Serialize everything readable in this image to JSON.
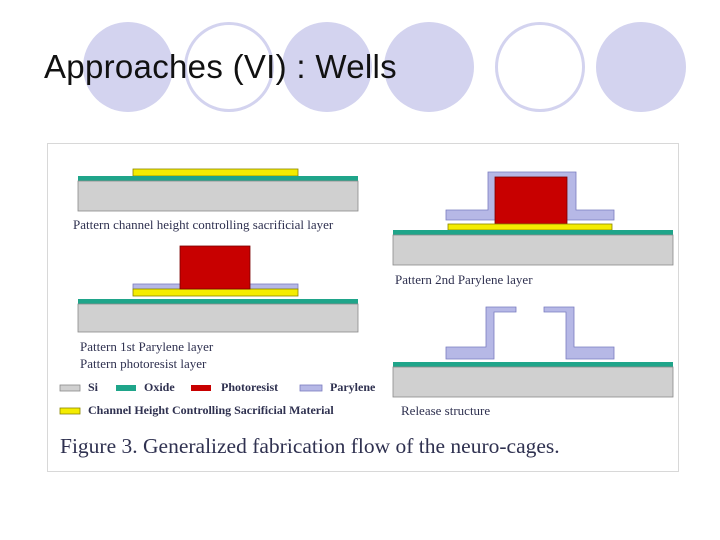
{
  "slide": {
    "title": "Approaches (VI) : Wells"
  },
  "figure": {
    "step_labels": {
      "step1": "Pattern channel height controlling sacrificial layer",
      "step2_line1": "Pattern 1st Parylene layer",
      "step2_line2": "Pattern photoresist layer",
      "step3": "Pattern 2nd Parylene layer",
      "step4": "Release structure"
    },
    "legend": {
      "si": "Si",
      "oxide": "Oxide",
      "photoresist": "Photoresist",
      "parylene": "Parylene",
      "sacrificial": "Channel Height Controlling Sacrificial Material"
    },
    "caption": "Figure 3. Generalized fabrication flow of the neuro-cages."
  },
  "colors": {
    "decor_circle": "#d3d3ef",
    "si": "#d0d0d0",
    "oxide": "#1fa58a",
    "photoresist": "#c80000",
    "parylene": "#b6b8e6",
    "sacrificial": "#f4ec00",
    "label_text": "#2f3150"
  }
}
